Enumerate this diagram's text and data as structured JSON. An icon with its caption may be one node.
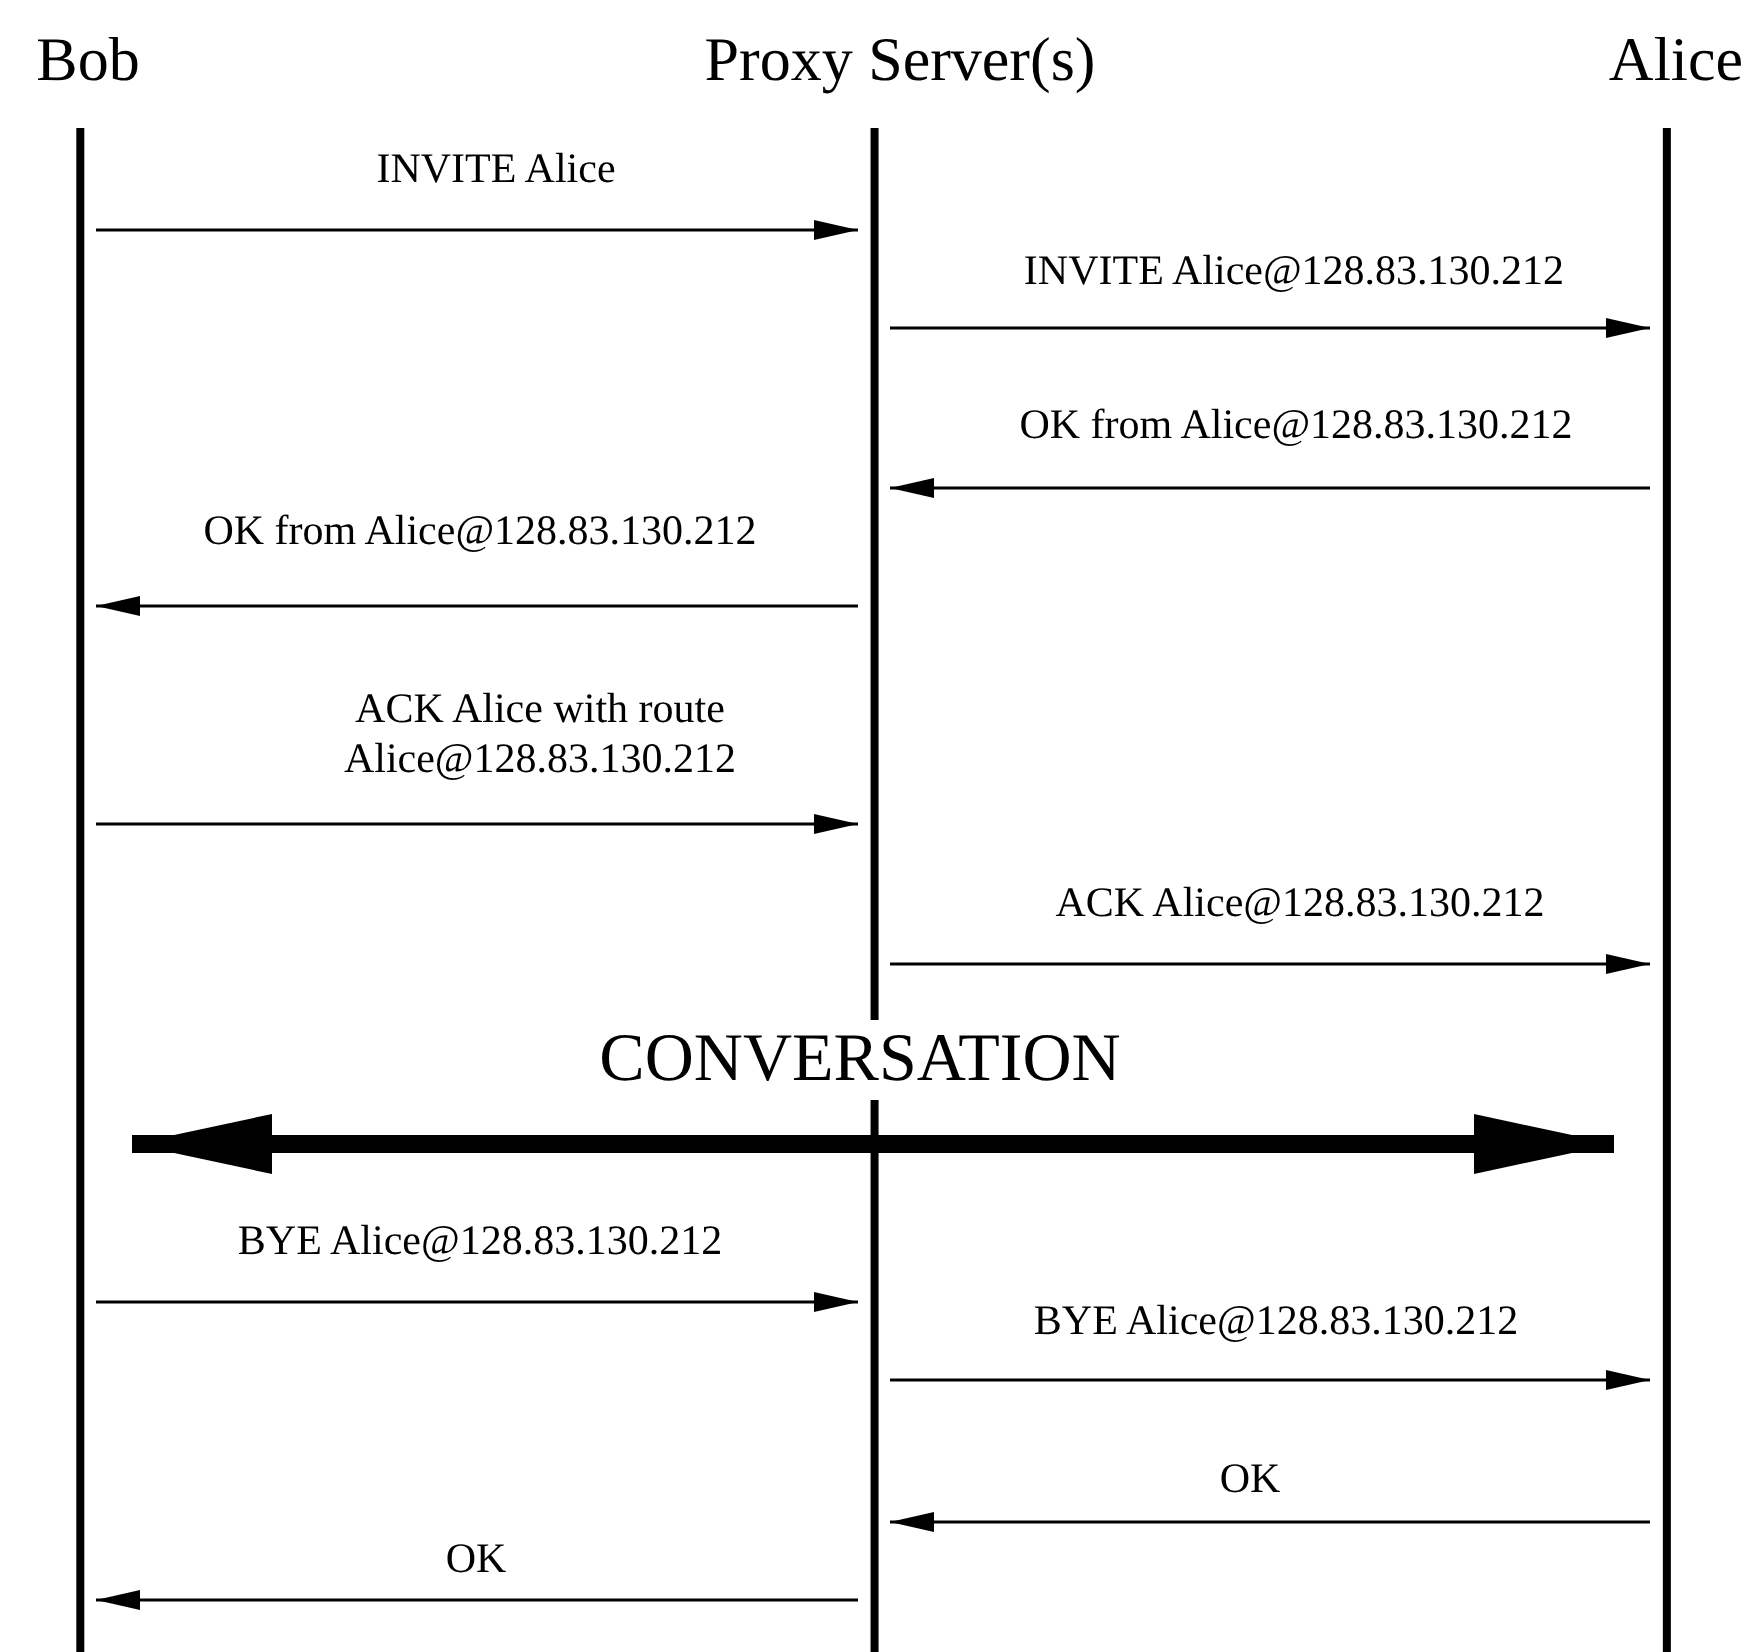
{
  "diagram": {
    "nodes": [
      {
        "text": [
          "Bob"
        ]
      },
      {
        "text": [
          "Proxy Server(s)"
        ]
      },
      {
        "text": [
          "Alice"
        ]
      }
    ],
    "edges": [
      {
        "from": 0,
        "to": 1,
        "arrow": "to",
        "label": "INVITE Alice"
      },
      {
        "from": 1,
        "to": 2,
        "arrow": "to",
        "label": "INVITE Alice@128.83.130.212"
      },
      {
        "from": 2,
        "to": 1,
        "arrow": "to",
        "label": "OK from Alice@128.83.130.212"
      },
      {
        "from": 1,
        "to": 0,
        "arrow": "to",
        "label": "OK from Alice@128.83.130.212"
      },
      {
        "from": 0,
        "to": 1,
        "arrow": "to",
        "label": "ACK Alice with route Alice@128.83.130.212"
      },
      {
        "from": 1,
        "to": 2,
        "arrow": "to",
        "label": "ACK Alice@128.83.130.212"
      },
      {
        "from": 0,
        "to": 2,
        "arrow": "both",
        "label": "CONVERSATION",
        "style": "thick"
      },
      {
        "from": 0,
        "to": 1,
        "arrow": "to",
        "label": "BYE Alice@128.83.130.212"
      },
      {
        "from": 1,
        "to": 2,
        "arrow": "to",
        "label": "BYE Alice@128.83.130.212"
      },
      {
        "from": 2,
        "to": 1,
        "arrow": "to",
        "label": "OK"
      },
      {
        "from": 1,
        "to": 0,
        "arrow": "to",
        "label": "OK"
      }
    ]
  }
}
